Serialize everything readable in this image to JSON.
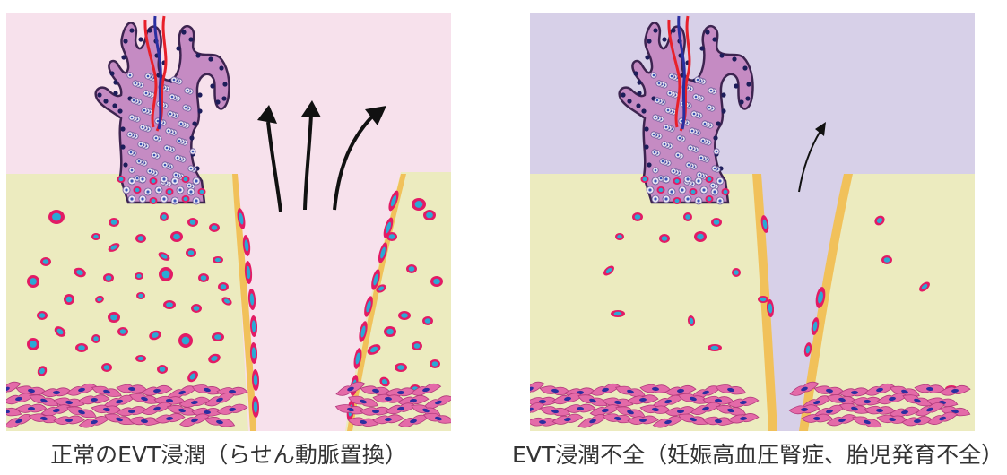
{
  "panels": [
    {
      "id": "normal",
      "caption": "正常のEVT浸潤（らせん動脈置換）",
      "colors": {
        "background_top": "#f7e1ec",
        "tissue": "#ecebbf"
      }
    },
    {
      "id": "deficient",
      "caption": "EVT浸潤不全（妊娠高血圧腎症、胎児発育不全）",
      "colors": {
        "background_top": "#d7d0e8",
        "tissue": "#ecebbf"
      }
    }
  ],
  "colors": {
    "villus_fill": "#c58bc3",
    "villus_outline": "#3d2450",
    "cell_nucleus_dark": "#1d1d5a",
    "trophoblast_rim": "#e21b65",
    "trophoblast_core": "#2aa9d5",
    "artery_wall": "#f1c15a",
    "decidua_cell": "#e46aa8",
    "vessel_red": "#e8202a",
    "vessel_blue": "#2a2ea0"
  }
}
